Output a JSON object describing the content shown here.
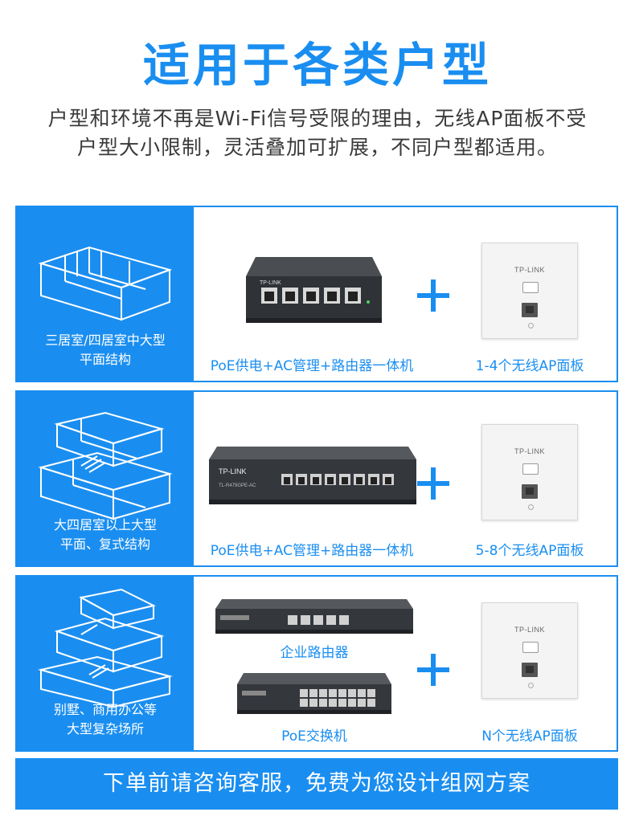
{
  "header": {
    "title": "适用于各类户型",
    "subtitle_line1": "户型和环境不再是Wi-Fi信号受限的理由，无线AP面板不受",
    "subtitle_line2": "户型大小限制，灵活叠加可扩展，不同户型都适用。"
  },
  "rows": [
    {
      "label_line1": "三居室/四居室中大型",
      "label_line2": "平面结构",
      "device_caption": "PoE供电+AC管理+路由器一体机",
      "ap_caption": "1-4个无线AP面板",
      "device_brand": "TP-LINK",
      "ap_brand": "TP-LINK"
    },
    {
      "label_line1": "大四居室以上大型",
      "label_line2": "平面、复式结构",
      "device_caption": "PoE供电+AC管理+路由器一体机",
      "ap_caption": "5-8个无线AP面板",
      "device_brand": "TP-LINK",
      "device_model": "TL-R479GPE-AC",
      "ap_brand": "TP-LINK"
    },
    {
      "label_line1": "别墅、商用办公等",
      "label_line2": "大型复杂场所",
      "device_caption": "企业路由器",
      "device2_caption": "PoE交换机",
      "ap_caption": "N个无线AP面板",
      "ap_brand": "TP-LINK"
    }
  ],
  "footer": {
    "banner": "下单前请咨询客服，免费为您设计组网方案"
  },
  "colors": {
    "accent": "#1a8ef0",
    "device_dark": "#3a3d42"
  },
  "icons": [
    "house-icon",
    "plus-icon",
    "router-icon",
    "switch-icon",
    "ap-panel-icon"
  ]
}
